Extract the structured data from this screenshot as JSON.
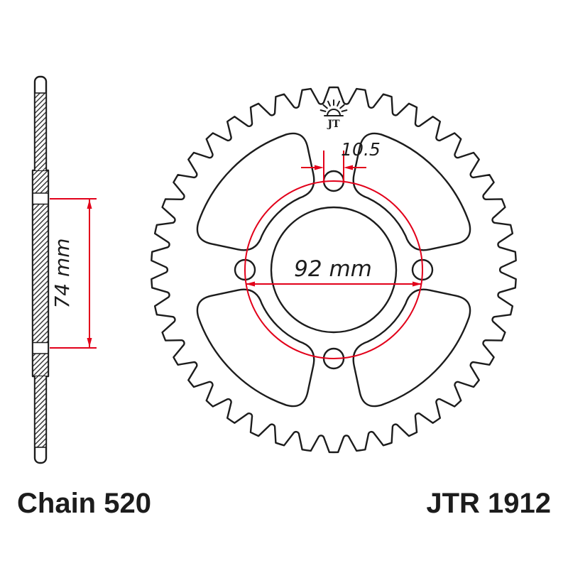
{
  "colors": {
    "ink": "#1c1c1c",
    "dim": "#e2001a",
    "bg": "#ffffff"
  },
  "labels": {
    "hole_diameter": "10.5",
    "bolt_circle_diameter": "92 mm",
    "mounting_width": "74 mm",
    "chain_size": "Chain 520",
    "part_number": "JTR 1912",
    "logo_text": "JT"
  }
}
